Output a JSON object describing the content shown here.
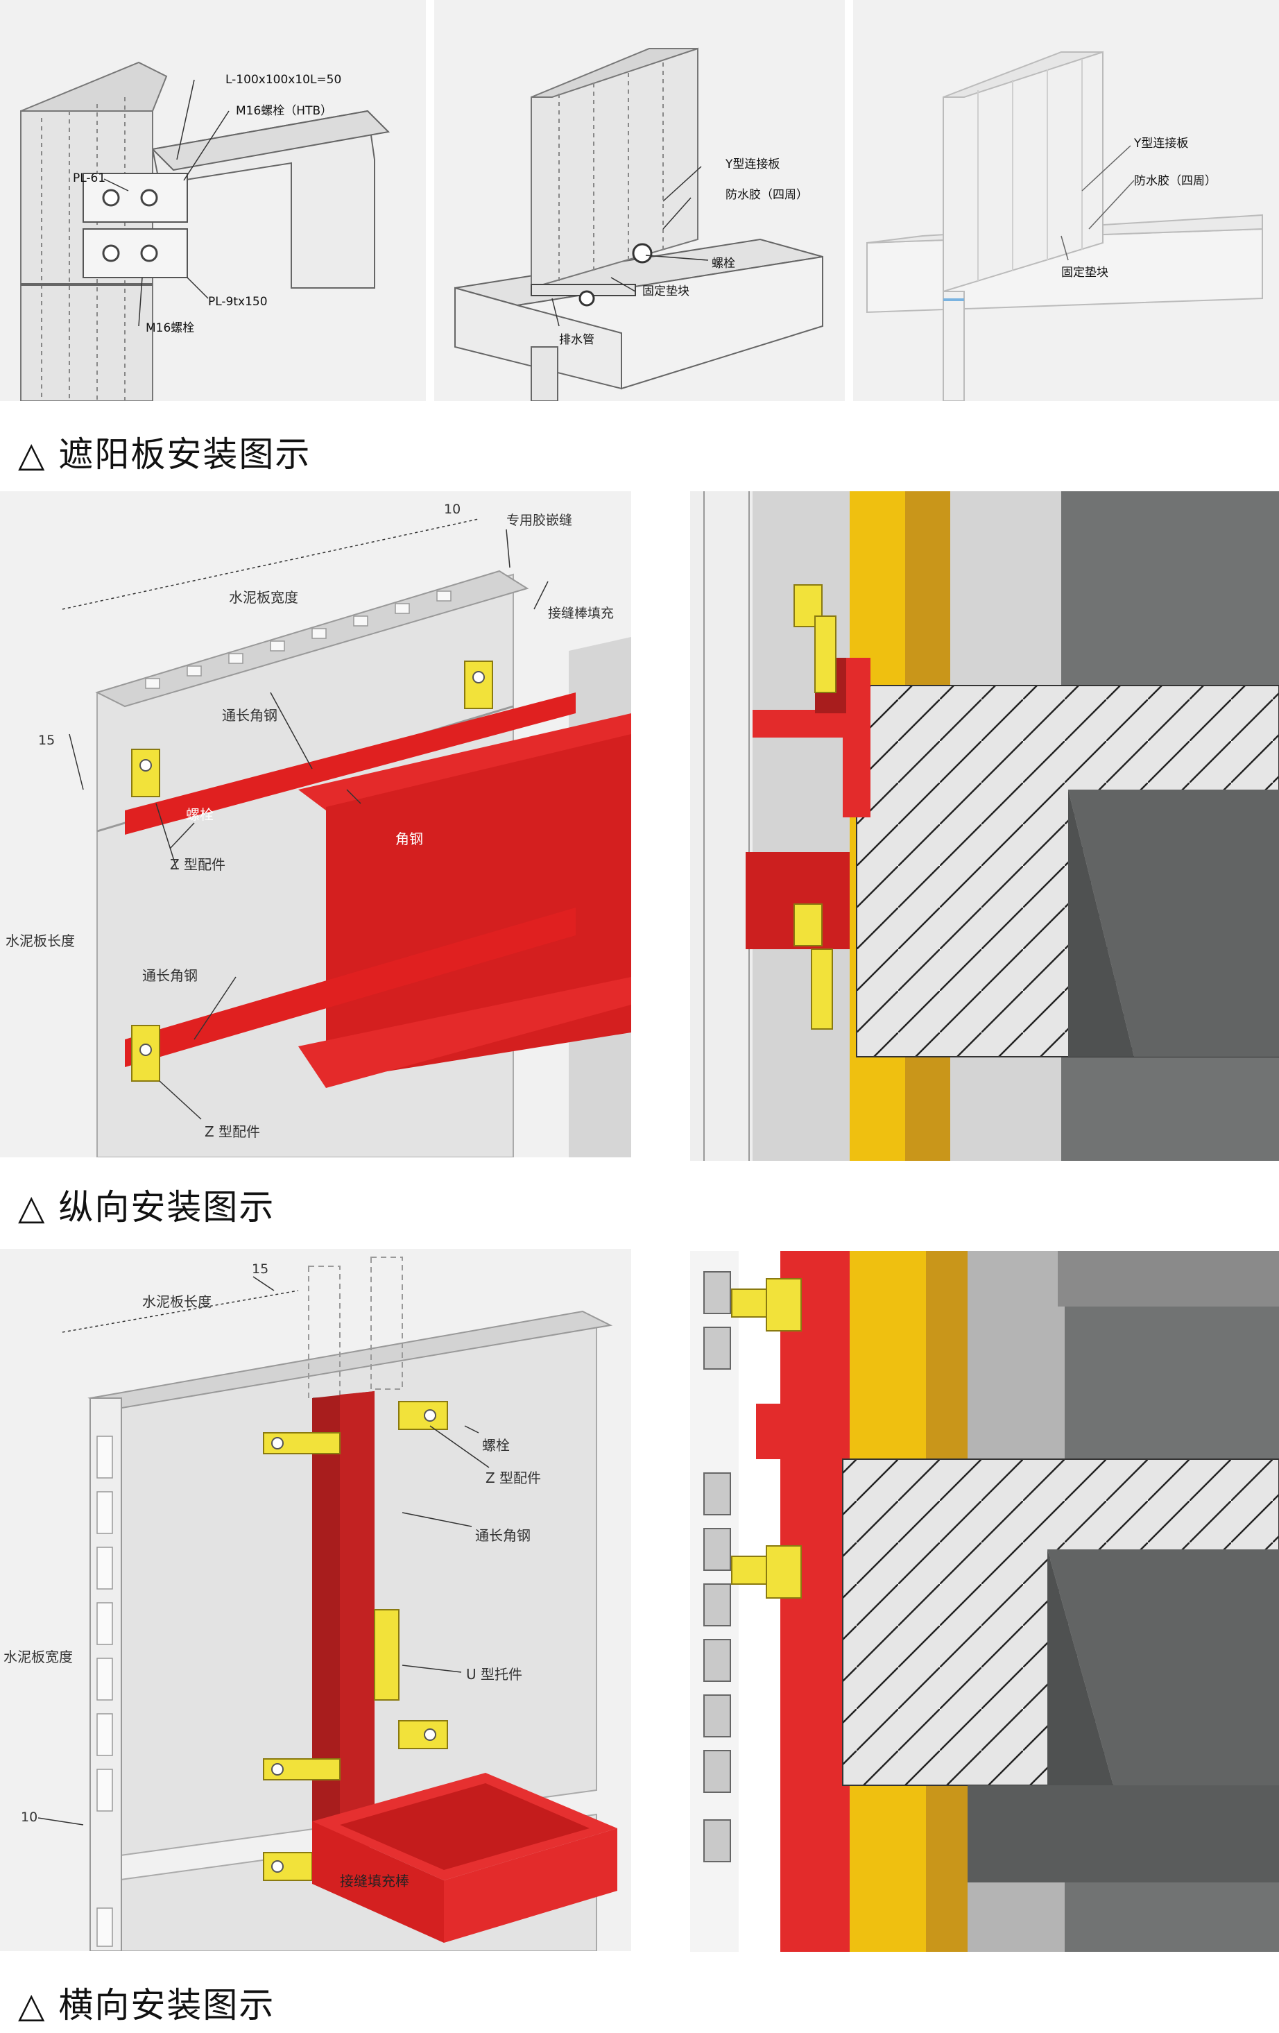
{
  "sections": [
    {
      "caption": "△ 遮阳板安装图示",
      "panels": [
        {
          "labels": [
            "L-100x100x10L=50",
            "M16螺栓（HTB）",
            "PL-61",
            "PL-9tx150",
            "M16螺栓"
          ]
        },
        {
          "labels": [
            "Y型连接板",
            "防水胶（四周）",
            "螺栓",
            "固定垫块",
            "排水管"
          ]
        },
        {
          "labels": [
            "Y型连接板",
            "防水胶（四周）",
            "固定垫块"
          ]
        }
      ]
    },
    {
      "caption": "△ 纵向安装图示",
      "panels": [
        {
          "labels": [
            "10",
            "专用胶嵌缝",
            "水泥板宽度",
            "接缝棒填充",
            "通长角钢",
            "15",
            "螺栓",
            "角钢",
            "Z 型配件",
            "水泥板长度",
            "通长角钢",
            "Z 型配件"
          ]
        }
      ]
    },
    {
      "caption": "△ 横向安装图示",
      "panels": [
        {
          "labels": [
            "15",
            "水泥板长度",
            "螺栓",
            "Z 型配件",
            "通长角钢",
            "水泥板宽度",
            "U 型托件",
            "10",
            "接缝填充棒"
          ]
        }
      ]
    }
  ],
  "colors": {
    "steel_red": "#e32b2b",
    "steel_dark_red": "#a81d1d",
    "bracket_yellow": "#f2e23a",
    "insulation_yellow": "#efc010",
    "panel_gray": "#dcdcdc",
    "concrete_gray": "#6b6d6d",
    "background": "#f1f1f1"
  }
}
